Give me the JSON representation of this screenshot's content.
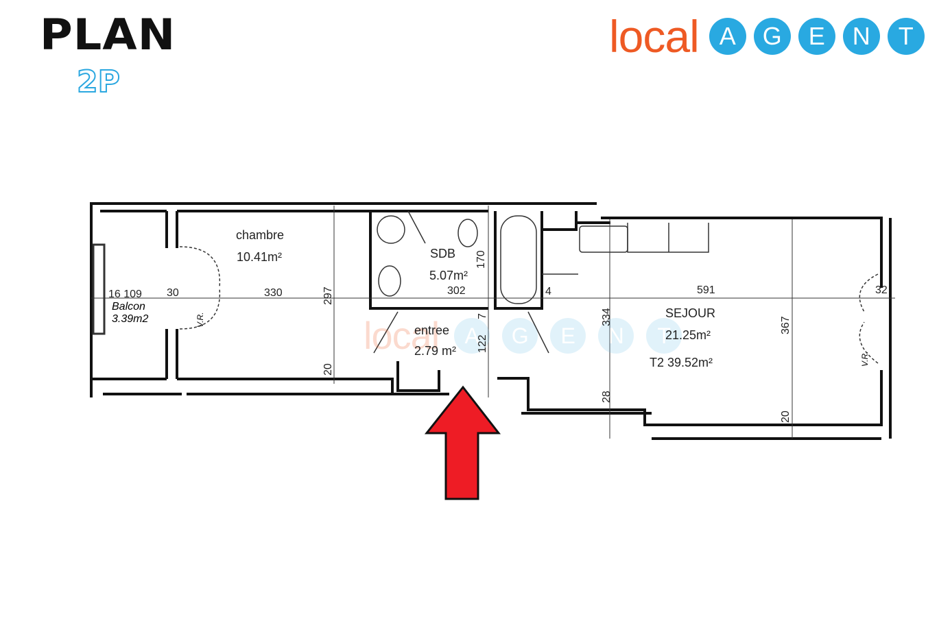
{
  "header": {
    "title": "PLAN",
    "subtitle": "2P"
  },
  "logo": {
    "prefix": "local",
    "letters": [
      "A",
      "G",
      "E",
      "N",
      "T"
    ]
  },
  "plan": {
    "rooms": {
      "chambre": {
        "name": "chambre",
        "area": "10.41m²"
      },
      "sdb": {
        "name": "SDB",
        "area": "5.07m²"
      },
      "entree": {
        "name": "entree",
        "area": "2.79 m²"
      },
      "sejour": {
        "name": "SEJOUR",
        "area": "21.25m²"
      },
      "balcon": {
        "name": "Balcon",
        "area": "3.39m2"
      },
      "total": "T2 39.52m²"
    },
    "dimensions": {
      "d16_109": "16  109",
      "d30": "30",
      "d330": "330",
      "d297": "297",
      "d20a": "20",
      "d170": "170",
      "d302": "302",
      "d7": "7",
      "d122": "122",
      "d4": "4",
      "d591": "591",
      "d334": "334",
      "d367": "367",
      "d32": "32",
      "d28": "28",
      "d20b": "20"
    },
    "vr_label": "V.R."
  },
  "colors": {
    "arrow": "#ee1c25",
    "brand_orange": "#ee5a24",
    "brand_blue": "#29a9e1"
  }
}
